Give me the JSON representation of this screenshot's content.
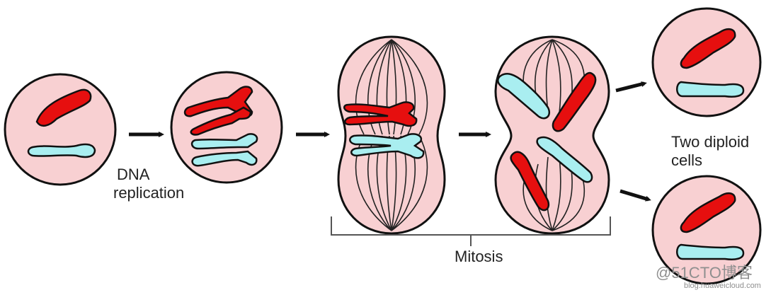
{
  "labels": {
    "dna_replication_line1": "DNA",
    "dna_replication_line2": "replication",
    "two_diploid_line1": "Two diploid",
    "two_diploid_line2": "cells",
    "mitosis": "Mitosis"
  },
  "watermark": {
    "main": "@51CTO博客",
    "sub": "blog.huaweicloud.com"
  },
  "colors": {
    "cell_fill": "#f8d0d2",
    "outline": "#111111",
    "chromosome_red": "#e60f0f",
    "chromosome_blue": "#a9eef0",
    "arrow": "#111111",
    "bracket": "#555555"
  }
}
